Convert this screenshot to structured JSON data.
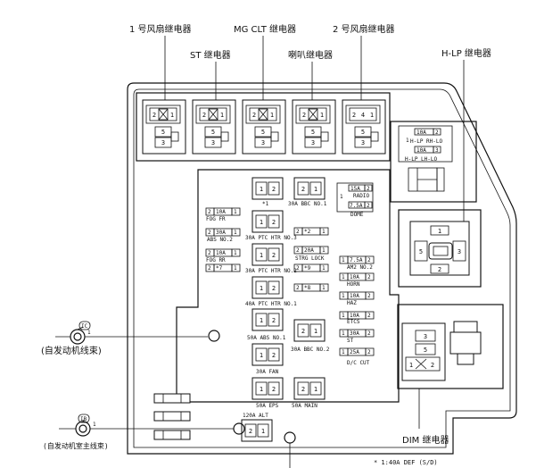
{
  "top_labels": {
    "fan_relay_1": "1 号风扇继电器",
    "mg_clt_relay": "MG CLT 继电器",
    "fan_relay_2": "2 号风扇继电器",
    "st_relay": "ST 继电器",
    "horn_relay": "喇叭继电器",
    "hlp_relay": "H-LP 继电器"
  },
  "relay_pins": {
    "top": [
      "2",
      "1"
    ],
    "mid": "5",
    "bot": "3",
    "r5_top": [
      "2",
      "4",
      "1"
    ]
  },
  "hlp_box": {
    "r1_amp": "10A",
    "r1_pin": "2",
    "r1_name": "H-LP RH-LO",
    "r1_left": "1",
    "r2_amp": "10A",
    "r2_pin": "3",
    "r2_name": "H-LP LH-LO"
  },
  "hlp_relay_pins": {
    "p1": "1",
    "p2": "2",
    "p3": "3",
    "p5": "5"
  },
  "mid_fuses": {
    "f1_pins": [
      "1",
      "2"
    ],
    "f1_label": "*1",
    "f2_pins": [
      "1",
      "2"
    ],
    "f2_label": "30A PTC HTR NO.3",
    "f3_pins": [
      "1",
      "2"
    ],
    "f3_label": "30A PTC HTR NO.2",
    "f4_pins": [
      "1",
      "2"
    ],
    "f4_label": "40A PTC HTR NO.1",
    "f5_pins": [
      "1",
      "2"
    ],
    "f5_label": "50A ABS NO.1",
    "f6_pins": [
      "1",
      "2"
    ],
    "f6_label": "30A FAN",
    "f7_pins": [
      "1",
      "2"
    ],
    "f7_label": "50A EPS",
    "bbc1_pins": [
      "2",
      "1"
    ],
    "bbc1_label": "30A BBC NO.1",
    "bbc2_pins": [
      "2",
      "1"
    ],
    "bbc2_label": "30A BBC NO.2",
    "main_pins": [
      "2",
      "1"
    ],
    "main_label": "50A MAIN",
    "alt_pins": [
      "2",
      "1"
    ],
    "alt_label": "120A ALT"
  },
  "left_fuses": {
    "fog_fr_row": [
      "2",
      "10A",
      "1"
    ],
    "fog_fr_label": "FOG FR",
    "abs2_row": [
      "2",
      "30A",
      "1"
    ],
    "abs2_label": "ABS NO.2",
    "fog_rr_row": [
      "2",
      "10A",
      "1"
    ],
    "fog_rr_label": "FOG RR",
    "star7_row": [
      "2",
      "*7",
      "1"
    ]
  },
  "center_fuses": {
    "star2_row": [
      "2",
      "*2",
      "1"
    ],
    "strg_row": [
      "2",
      "20A",
      "1"
    ],
    "strg_label": "STRG LOCK",
    "star9_row": [
      "2",
      "*9",
      "1"
    ],
    "star8_row": [
      "2",
      "*8",
      "1"
    ]
  },
  "right_fuses": {
    "radio_amp": "15A",
    "radio_pin": "2",
    "radio_label": "RADIO",
    "radio_left": "1",
    "dome_amp": "7.5A",
    "dome_pin": "2",
    "dome_label": "DOME",
    "am2_row": [
      "1",
      "7.5A",
      "2"
    ],
    "am2_label": "AM2 NO.2",
    "horn_row": [
      "1",
      "10A",
      "2"
    ],
    "horn_label": "HORN",
    "haz_row": [
      "1",
      "10A",
      "2"
    ],
    "haz_label": "HAZ",
    "etcs_row": [
      "1",
      "10A",
      "2"
    ],
    "etcs_label": "ETCS",
    "st_row": [
      "1",
      "30A",
      "2"
    ],
    "st_label": "ST",
    "dc_row": [
      "1",
      "25A",
      "2"
    ],
    "dc_label": "D/C CUT"
  },
  "dim_relay_pins": {
    "p3": "3",
    "p5": "5",
    "p1": "1",
    "p2": "2"
  },
  "connectors": {
    "ic_tag": "IC",
    "ic_pin": "1",
    "ic_label": "(自发动机线束)",
    "ib_tag": "IB",
    "ib_pin": "1",
    "ib_label": "(自发动机室主线束)"
  },
  "bottom_labels": {
    "dim_relay": "DIM 继电器",
    "footnote": "* 1:40A DEF (S/D)"
  }
}
